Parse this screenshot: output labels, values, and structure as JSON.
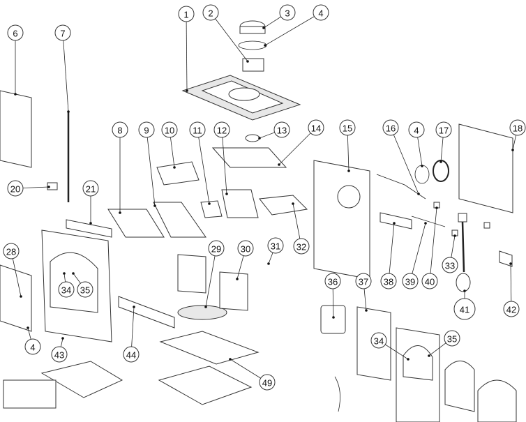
{
  "callouts": [
    "1",
    "2",
    "3",
    "4",
    "6",
    "7",
    "8",
    "9",
    "10",
    "11",
    "12",
    "13",
    "14",
    "15",
    "16",
    "4",
    "17",
    "18",
    "20",
    "21",
    "28",
    "29",
    "30",
    "31",
    "32",
    "33",
    "34",
    "35",
    "36",
    "37",
    "38",
    "39",
    "40",
    "41",
    "42",
    "4",
    "43",
    "44",
    "49",
    "34",
    "35"
  ],
  "highlighted": "41",
  "colors": {
    "highlight": "#d9141e",
    "line": "#333333"
  }
}
